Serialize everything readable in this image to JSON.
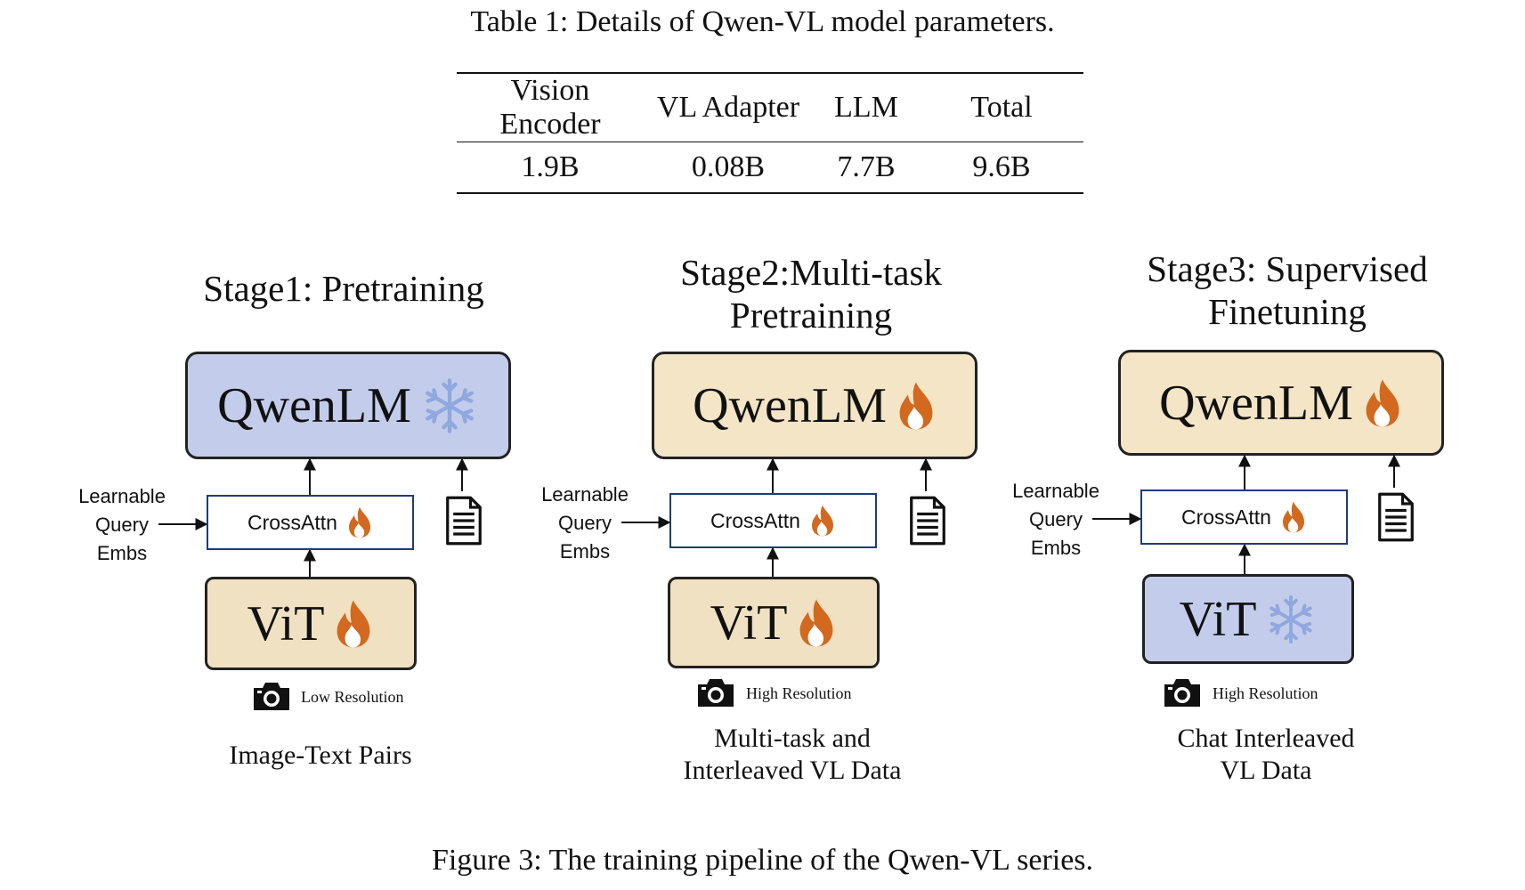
{
  "table": {
    "caption": "Table 1: Details of Qwen-VL model parameters.",
    "headers": [
      "Vision Encoder",
      "VL Adapter",
      "LLM",
      "Total"
    ],
    "rows": [
      [
        "1.9B",
        "0.08B",
        "7.7B",
        "9.6B"
      ]
    ]
  },
  "stages": [
    {
      "title_line1": "Stage1: Pretraining",
      "title_line2": "",
      "lm_label": "QwenLM",
      "lm_state": "frozen",
      "cross_label": "CrossAttn",
      "vit_label": "ViT",
      "vit_state": "trainable",
      "query_lines": [
        "Learnable",
        "Query",
        "Embs"
      ],
      "resolution": "Low Resolution",
      "data_line1": "Image-Text Pairs",
      "data_line2": ""
    },
    {
      "title_line1": "Stage2:Multi-task",
      "title_line2": "Pretraining",
      "lm_label": "QwenLM",
      "lm_state": "trainable",
      "cross_label": "CrossAttn",
      "vit_label": "ViT",
      "vit_state": "trainable",
      "query_lines": [
        "Learnable",
        "Query",
        "Embs"
      ],
      "resolution": "High Resolution",
      "data_line1": "Multi-task and",
      "data_line2": "Interleaved VL Data"
    },
    {
      "title_line1": "Stage3: Supervised",
      "title_line2": "Finetuning",
      "lm_label": "QwenLM",
      "lm_state": "trainable",
      "cross_label": "CrossAttn",
      "vit_label": "ViT",
      "vit_state": "frozen",
      "query_lines": [
        "Learnable",
        "Query",
        "Embs"
      ],
      "resolution": "High Resolution",
      "data_line1": "Chat Interleaved",
      "data_line2": "VL Data"
    }
  ],
  "icons": {
    "trainable": "flame-icon",
    "frozen": "snowflake-icon",
    "text_input": "document-icon",
    "image_input": "camera-icon"
  },
  "colors": {
    "frozen_fill": "#c3cdeb",
    "trainable_fill": "#f3e5c5",
    "flame": "#d2691e",
    "snowflake": "#8fa8de",
    "crossattn_border": "#1f3c78"
  },
  "figure_caption": "Figure 3: The training pipeline of the Qwen-VL series."
}
